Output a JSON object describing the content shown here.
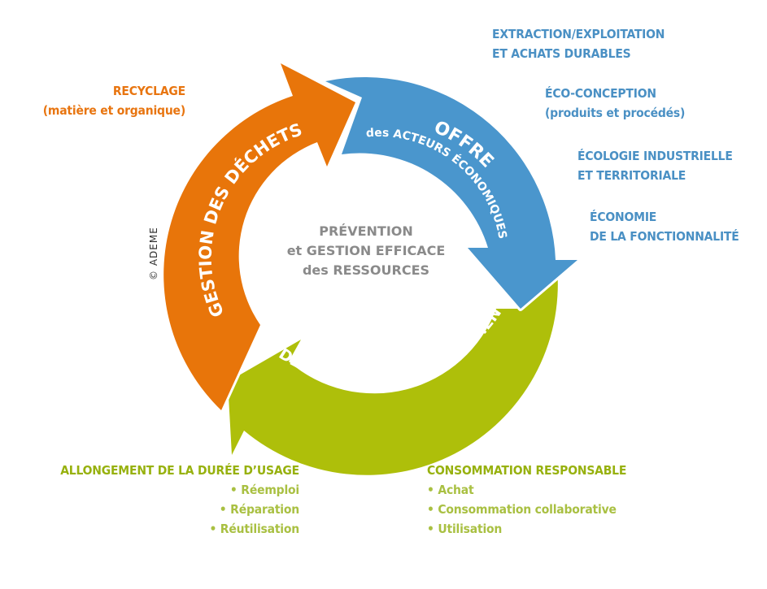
{
  "center": {
    "line1": "PRÉVENTION",
    "line2": "et GESTION EFFICACE",
    "line3": "des RESSOURCES"
  },
  "arrows": {
    "waste": {
      "title": "GESTION DES DÉCHETS",
      "color": "#e8750a"
    },
    "offer": {
      "title": "OFFRE",
      "subtitle": "des ACTEURS ÉCONOMIQUES",
      "color": "#4a96cd"
    },
    "demand": {
      "title": "DEMANDE ET COMPORTEMENT",
      "subtitle": "des CONSOMMATEURS",
      "color": "#aebf0a"
    }
  },
  "recycling": {
    "title": "RECYCLAGE",
    "subtitle": "(matière et organique)"
  },
  "offer_items": [
    {
      "line1": "EXTRACTION/EXPLOITATION",
      "line2": "ET ACHATS DURABLES"
    },
    {
      "line1": "ÉCO-CONCEPTION",
      "line2": "(produits et procédés)"
    },
    {
      "line1": "ÉCOLOGIE INDUSTRIELLE",
      "line2": "ET TERRITORIALE"
    },
    {
      "line1": "ÉCONOMIE",
      "line2": "DE LA FONCTIONNALITÉ"
    }
  ],
  "usage_extension": {
    "title": "ALLONGEMENT DE LA DURÉE D’USAGE",
    "items": [
      "• Réemploi",
      "• Réparation",
      "• Réutilisation"
    ]
  },
  "responsible_consumption": {
    "title": "CONSOMMATION RESPONSABLE",
    "items": [
      "• Achat",
      "• Consommation collaborative",
      "• Utilisation"
    ]
  },
  "copyright": "© ADEME"
}
